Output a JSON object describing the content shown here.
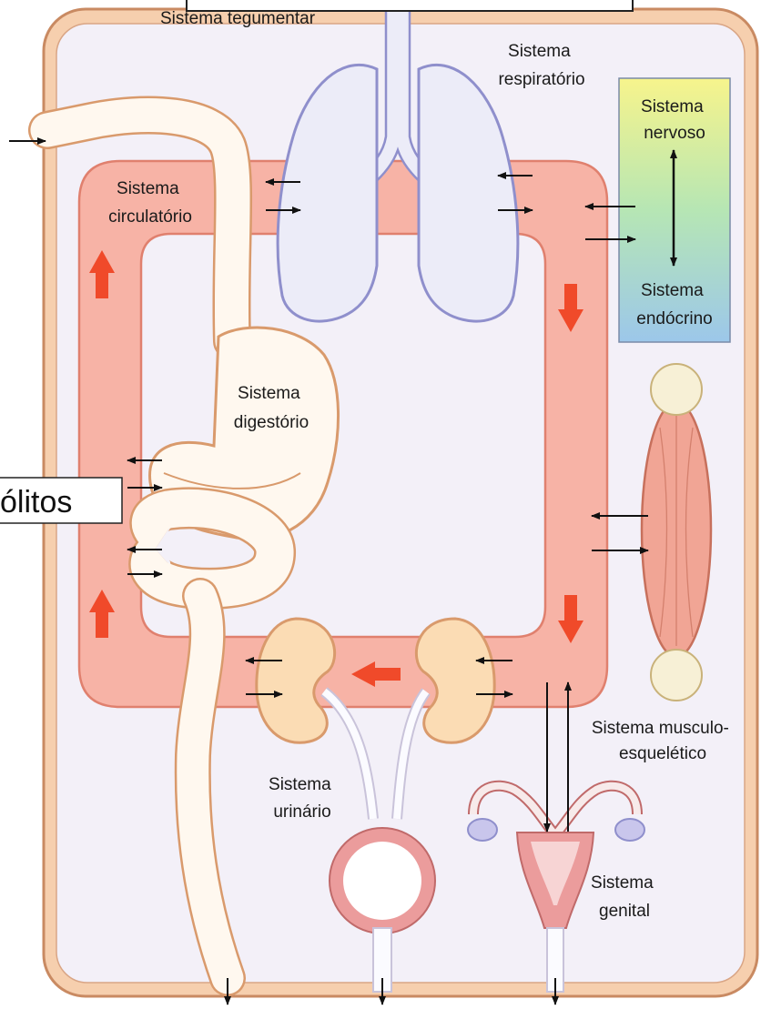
{
  "labels": {
    "tegumentar": "Sistema tegumentar",
    "respiratorio_1": "Sistema",
    "respiratorio_2": "respiratório",
    "nervoso_1": "Sistema",
    "nervoso_2": "nervoso",
    "endocrino_1": "Sistema",
    "endocrino_2": "endócrino",
    "circulatorio_1": "Sistema",
    "circulatorio_2": "circulatório",
    "digestorio_1": "Sistema",
    "digestorio_2": "digestório",
    "musculo_1": "Sistema musculo-",
    "musculo_2": "esquelético",
    "urinario_1": "Sistema",
    "urinario_2": "urinário",
    "genital_1": "Sistema",
    "genital_2": "genital"
  },
  "overlay": {
    "left_box_text": "ólitos",
    "top_box_text": ""
  },
  "colors": {
    "skin": "#f6cfae",
    "skin_border": "#c98a62",
    "interior": "#f3f0f8",
    "circulation": "#f7b3a6",
    "circulation_border": "#e0806e",
    "flow_arrow": "#f04a2a",
    "lung_fill": "#ececf8",
    "lung_stroke": "#8f8fcc",
    "organ_fill": "#fff8ef",
    "organ_stroke": "#d99a6c",
    "kidney_fill": "#fbdcb4",
    "genital_fill": "#eb9c9c",
    "ovary_fill": "#c9c6ec"
  }
}
